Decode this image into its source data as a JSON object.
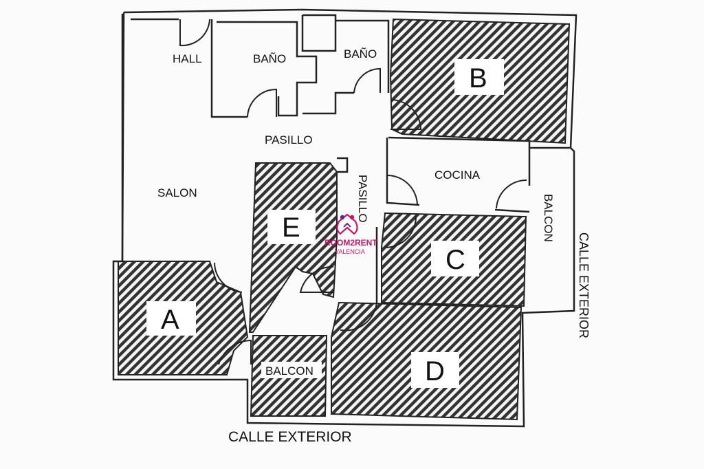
{
  "labels": {
    "hall": "HALL",
    "bano_1": "BAÑO",
    "bano_2": "BAÑO",
    "pasillo_h": "PASILLO",
    "pasillo_v": "PASILLO",
    "salon": "SALON",
    "cocina": "COCINA",
    "balcon_right": "BALCON",
    "balcon_bottom": "BALCON",
    "calle_right": "CALLE EXTERIOR",
    "calle_bottom": "CALLE EXTERIOR"
  },
  "rooms": {
    "a": "A",
    "b": "B",
    "c": "C",
    "d": "D",
    "e": "E"
  },
  "logo": {
    "name": "ROOM2RENT",
    "city": "VALENCIA"
  },
  "colors": {
    "wall": "#222222",
    "hatch": "#333333",
    "logo_pink": "#c2186b",
    "logo_purple": "#5b2c83"
  }
}
